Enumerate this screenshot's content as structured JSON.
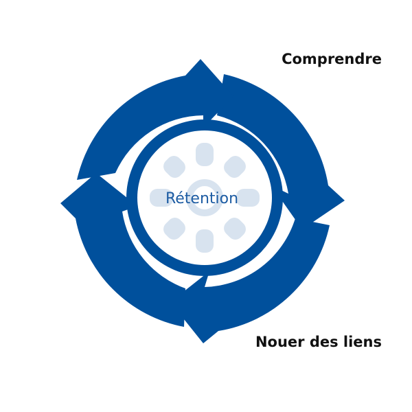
{
  "diagram": {
    "center_label": "Rétention",
    "stage_labels": [
      "Comprendre",
      "Nouer des liens"
    ]
  },
  "colors": {
    "primary_blue": "#00509c",
    "center_text": "#1d5ca3",
    "wheel_blue_light": "#d8e3ef",
    "label_text": "#111111"
  },
  "icons": {
    "center": "wheel-icon"
  }
}
